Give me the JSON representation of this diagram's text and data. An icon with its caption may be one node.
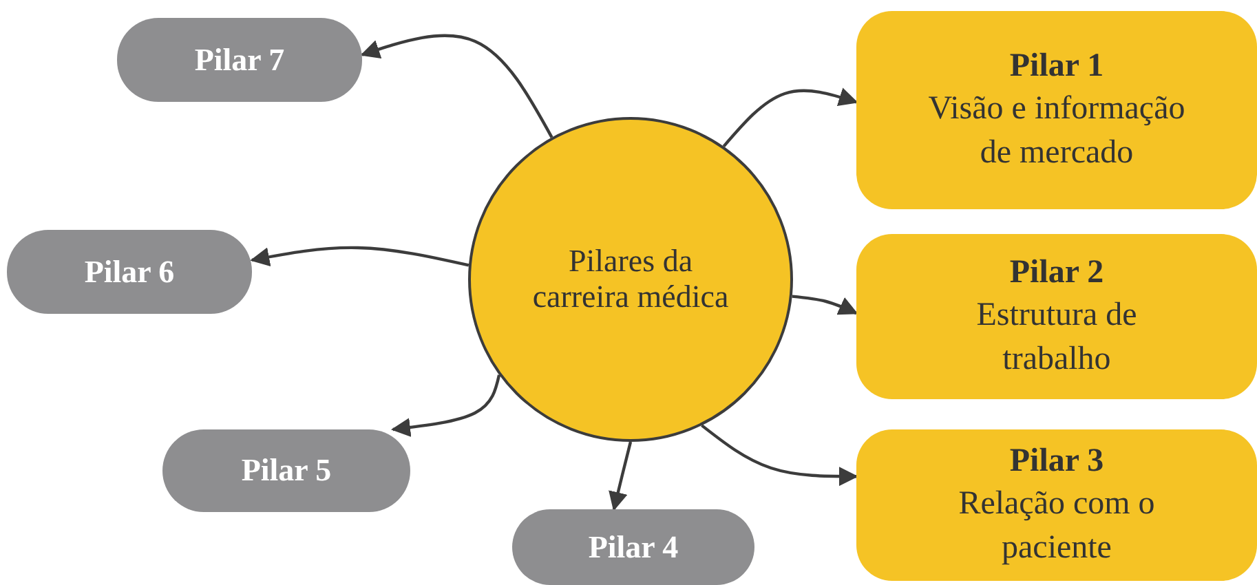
{
  "diagram": {
    "nodes": [
      {
        "text": [
          "Pilares da carreira médica"
        ]
      },
      {
        "text": [
          "Pilar 1",
          "Visão e informação de mercado"
        ]
      },
      {
        "text": [
          "Pilar 2",
          "Estrutura de trabalho"
        ]
      },
      {
        "text": [
          "Pilar 3",
          "Relação com o paciente"
        ]
      },
      {
        "text": [
          "Pilar 4"
        ]
      },
      {
        "text": [
          "Pilar 5"
        ]
      },
      {
        "text": [
          "Pilar 6"
        ]
      },
      {
        "text": [
          "Pilar 7"
        ]
      }
    ],
    "edges": [
      {
        "from": 0,
        "to": 1,
        "arrow": "to"
      },
      {
        "from": 0,
        "to": 2,
        "arrow": "to"
      },
      {
        "from": 0,
        "to": 3,
        "arrow": "to"
      },
      {
        "from": 0,
        "to": 4,
        "arrow": "to"
      },
      {
        "from": 0,
        "to": 5,
        "arrow": "to"
      },
      {
        "from": 0,
        "to": 6,
        "arrow": "to"
      },
      {
        "from": 0,
        "to": 7,
        "arrow": "to"
      }
    ]
  }
}
